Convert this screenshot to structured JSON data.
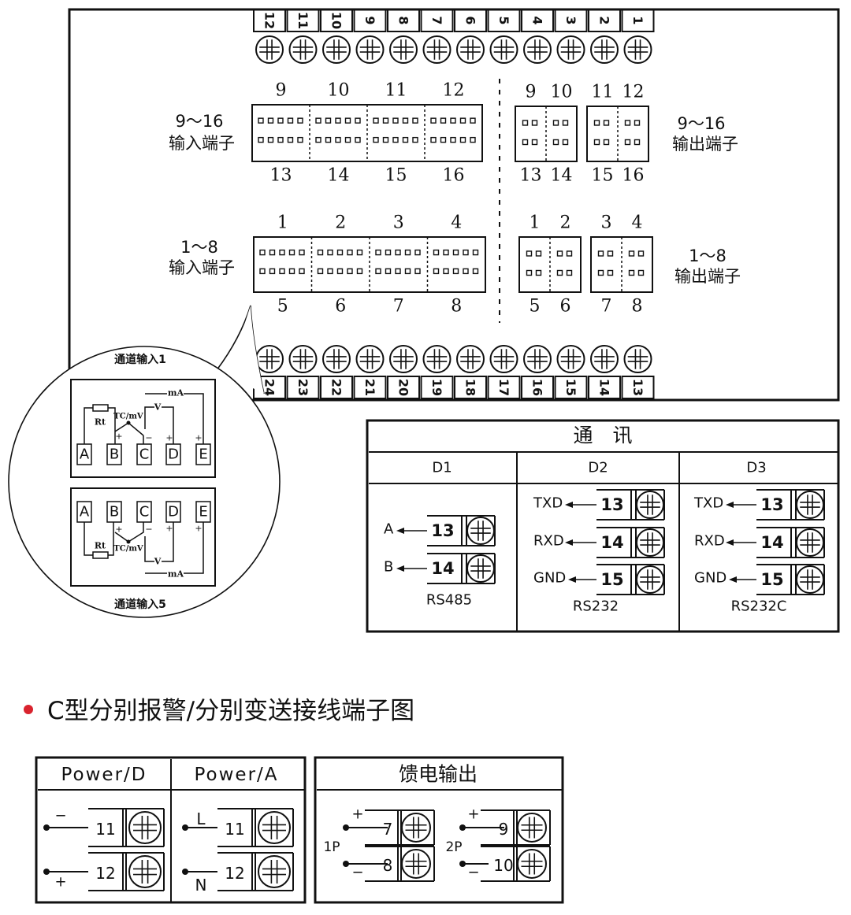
{
  "top_terminals": [
    "12",
    "11",
    "10",
    "9",
    "8",
    "7",
    "6",
    "5",
    "4",
    "3",
    "2",
    "1"
  ],
  "bottom_terminals": [
    "24",
    "23",
    "22",
    "21",
    "20",
    "19",
    "18",
    "17",
    "16",
    "15",
    "14",
    "13"
  ],
  "input_9_16": {
    "top_nums": [
      "9",
      "10",
      "11",
      "12"
    ],
    "bottom_nums": [
      "13",
      "14",
      "15",
      "16"
    ],
    "label_range": "9～16",
    "label_text": "输入端子"
  },
  "input_1_8": {
    "top_nums": [
      "1",
      "2",
      "3",
      "4"
    ],
    "bottom_nums": [
      "5",
      "6",
      "7",
      "8"
    ],
    "label_range": "1～8",
    "label_text": "输入端子"
  },
  "output_9_16": {
    "top_nums": [
      "9",
      "10",
      "11",
      "12"
    ],
    "bottom_nums": [
      "13",
      "14",
      "15",
      "16"
    ],
    "label_range": "9～16",
    "label_text": "输出端子"
  },
  "output_1_8": {
    "top_nums": [
      "1",
      "2",
      "3",
      "4"
    ],
    "bottom_nums": [
      "5",
      "6",
      "7",
      "8"
    ],
    "label_range": "1～8",
    "label_text": "输出端子"
  },
  "callout": {
    "top_title": "通道输入1",
    "bottom_title": "通道输入5",
    "terminal_letters": [
      "A",
      "B",
      "C",
      "D",
      "E"
    ],
    "rt": "Rt",
    "tcmv": "TC/mV",
    "v": "V",
    "ma": "mA",
    "plus": "+",
    "minus": "−"
  },
  "comm": {
    "title": "通　讯",
    "cols": [
      "D1",
      "D2",
      "D3"
    ],
    "d1": {
      "signals": [
        "A",
        "B"
      ],
      "terminals": [
        "13",
        "14"
      ],
      "protocol": "RS485"
    },
    "d2": {
      "signals": [
        "TXD",
        "RXD",
        "GND"
      ],
      "terminals": [
        "13",
        "14",
        "15"
      ],
      "protocol": "RS232"
    },
    "d3": {
      "signals": [
        "TXD",
        "RXD",
        "GND"
      ],
      "terminals": [
        "13",
        "14",
        "15"
      ],
      "protocol": "RS232C"
    }
  },
  "section_heading": "C型分别报警/分别变送接线端子图",
  "bullet_color": "#d9232e",
  "power": {
    "cols": [
      "Power/D",
      "Power/A"
    ],
    "d": {
      "marks": [
        "−",
        "+"
      ],
      "terminals": [
        "11",
        "12"
      ]
    },
    "a": {
      "marks": [
        "L",
        "N"
      ],
      "terminals": [
        "11",
        "12"
      ]
    }
  },
  "feed": {
    "title": "馈电输出",
    "p1": {
      "name": "1P",
      "marks": [
        "+",
        "−"
      ],
      "terminals": [
        "7",
        "8"
      ]
    },
    "p2": {
      "name": "2P",
      "marks": [
        "+",
        "−"
      ],
      "terminals": [
        "9",
        "10"
      ]
    }
  }
}
